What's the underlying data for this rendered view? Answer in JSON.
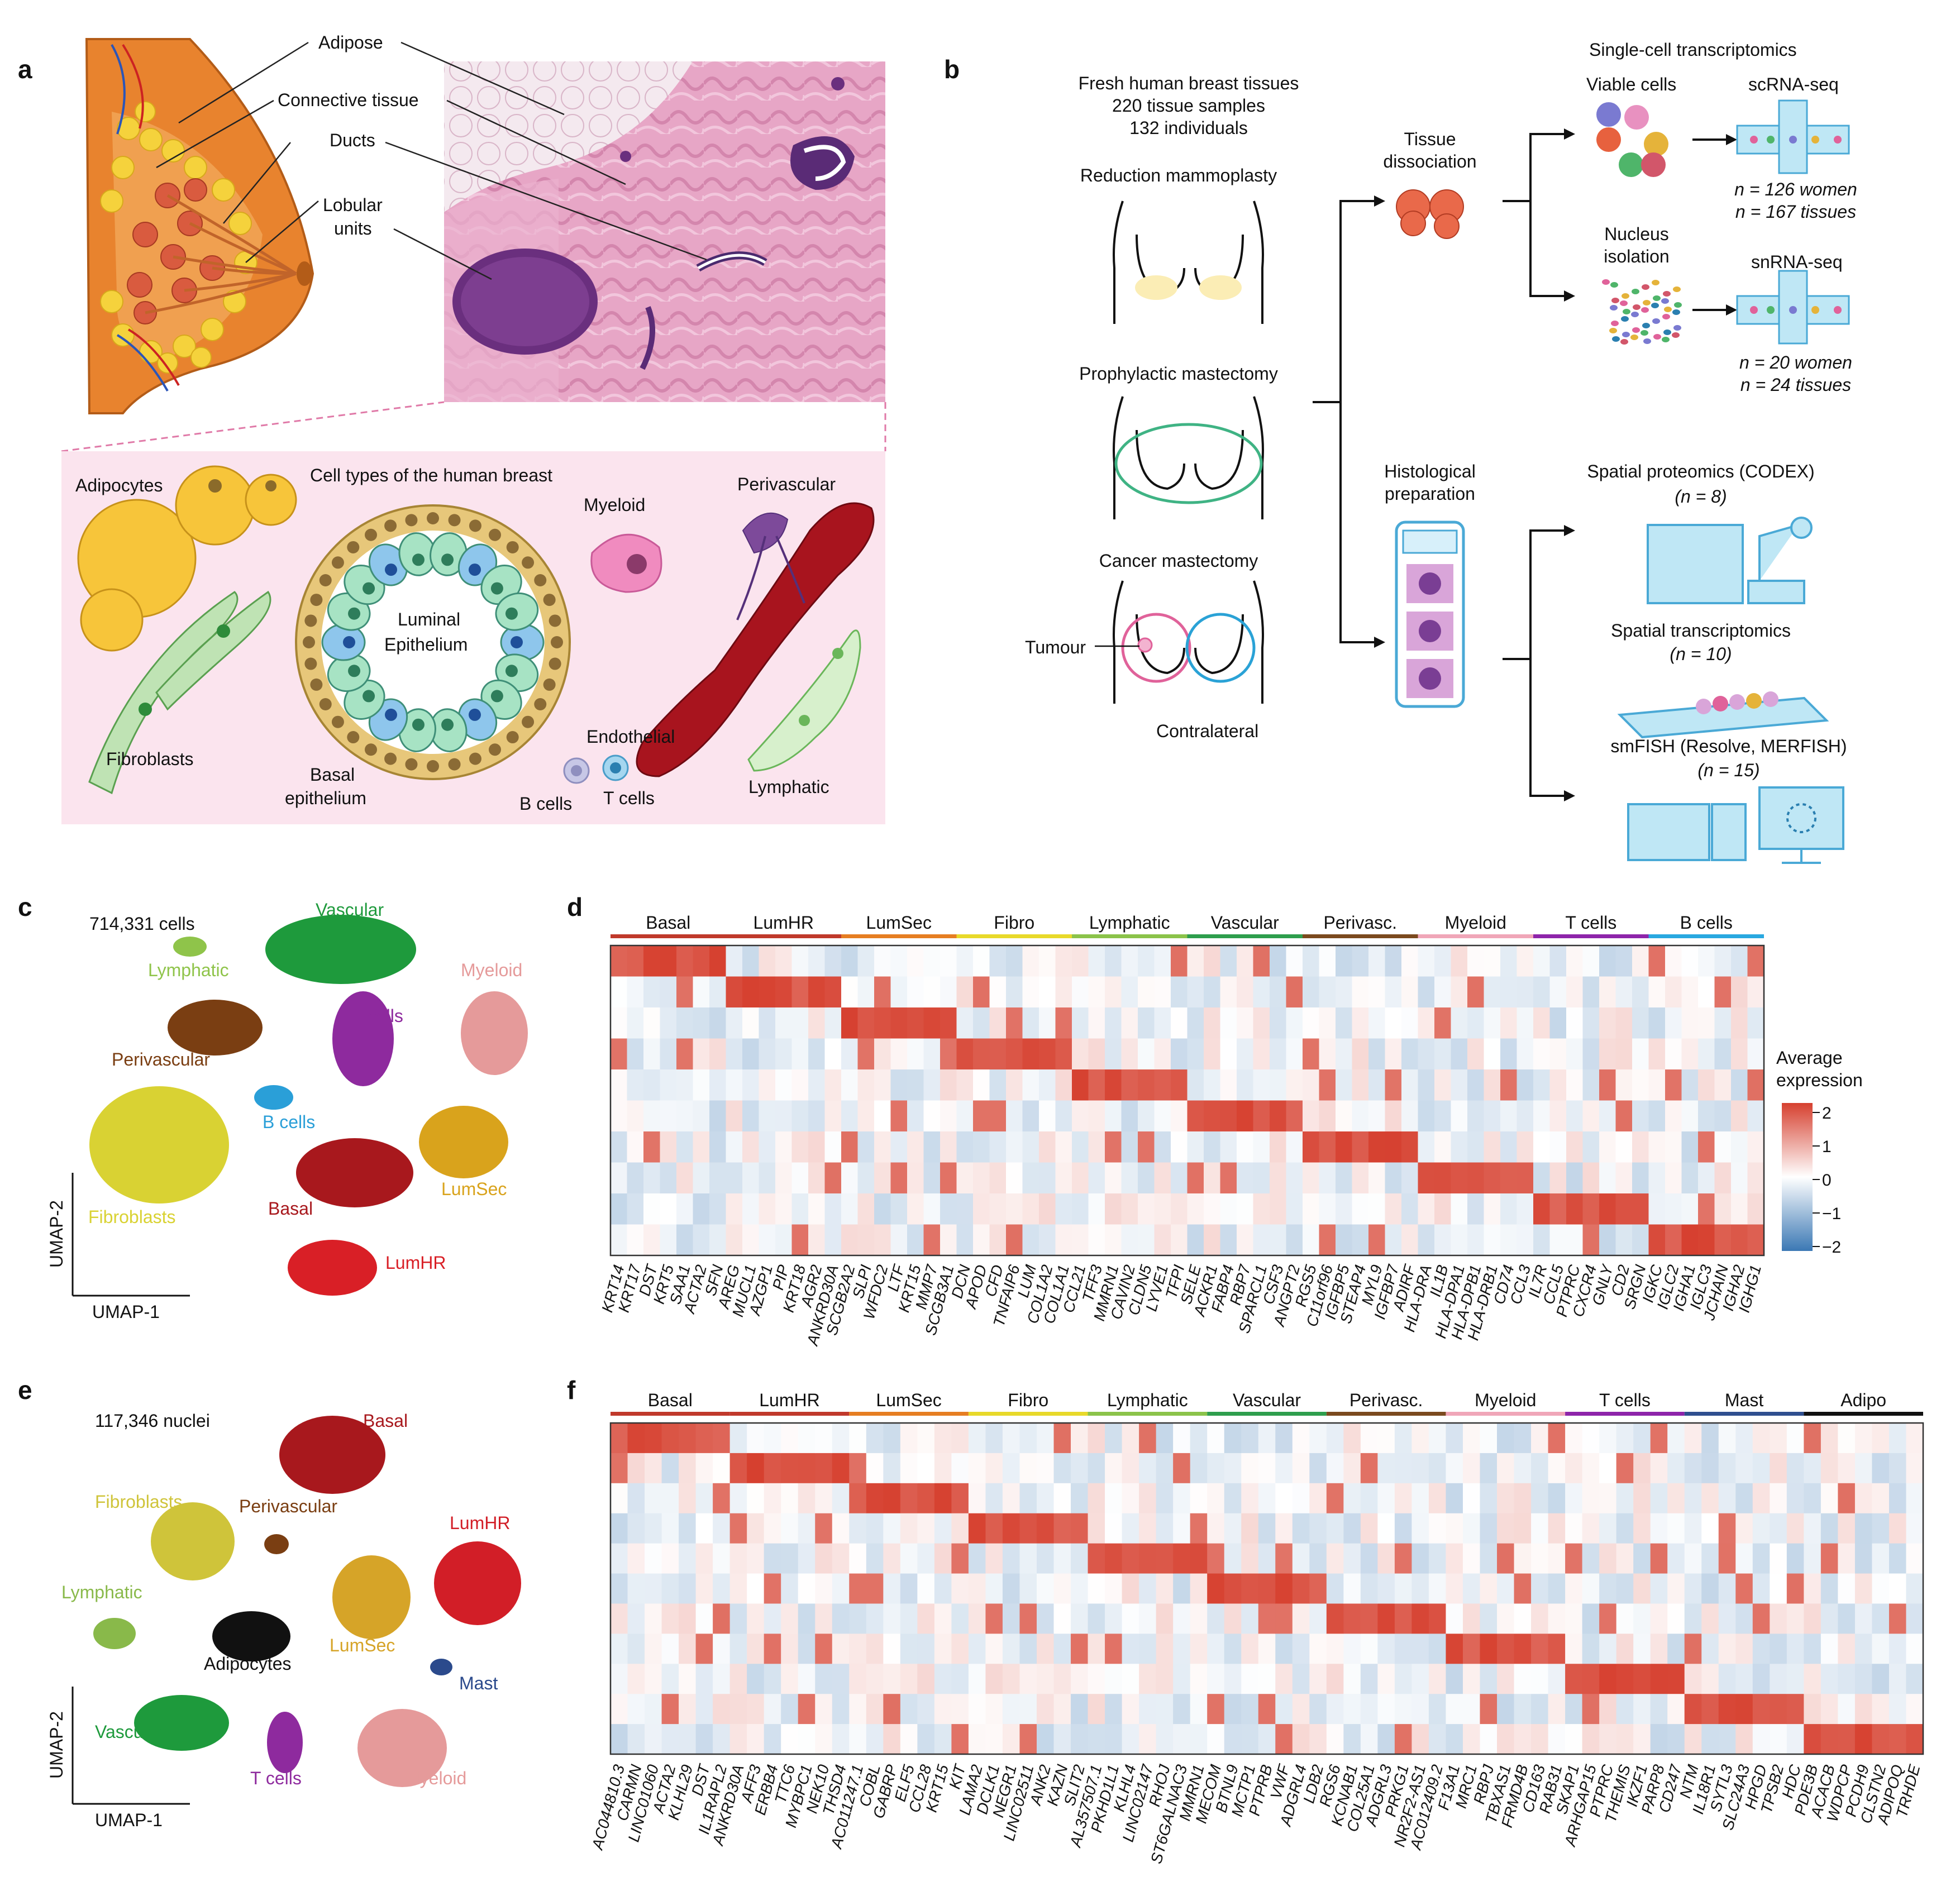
{
  "panels": {
    "a": {
      "letter": "a",
      "labels": {
        "adipose": "Adipose",
        "connective": "Connective tissue",
        "ducts": "Ducts",
        "lobular1": "Lobular",
        "lobular2": "units"
      },
      "cells": {
        "title": "Cell types of the human breast",
        "adipocytes": "Adipocytes",
        "myeloid": "Myeloid",
        "perivascular": "Perivascular",
        "luminal": "Luminal",
        "epithelium": "Epithelium",
        "endothelial": "Endothelial",
        "fibroblasts": "Fibroblasts",
        "basal1": "Basal",
        "basal2": "epithelium",
        "bcells": "B cells",
        "tcells": "T cells",
        "lymphatic": "Lymphatic"
      }
    },
    "b": {
      "letter": "b",
      "fresh1": "Fresh human breast tissues",
      "fresh2": "220 tissue samples",
      "fresh3": "132 individuals",
      "reduction": "Reduction mammoplasty",
      "prophylactic": "Prophylactic mastectomy",
      "cancer": "Cancer mastectomy",
      "tumour": "Tumour",
      "contralateral": "Contralateral",
      "tissue1": "Tissue",
      "tissue2": "dissociation",
      "sct": "Single-cell transcriptomics",
      "viable": "Viable cells",
      "scrna": "scRNA-seq",
      "sc_women": "n = 126 women",
      "sc_tissues": "n = 167 tissues",
      "nucleus1": "Nucleus",
      "nucleus2": "isolation",
      "snrna": "snRNA-seq",
      "sn_women": "n = 20 women",
      "sn_tissues": "n = 24 tissues",
      "histo1": "Histological",
      "histo2": "preparation",
      "codex": "Spatial proteomics (CODEX)",
      "codex_n": "(n = 8)",
      "spatial": "Spatial transcriptomics",
      "spatial_n": "(n = 10)",
      "smfish": "smFISH (Resolve, MERFISH)",
      "smfish_n": "(n = 15)"
    },
    "c": {
      "letter": "c",
      "count": "714,331 cells",
      "xaxis": "UMAP-1",
      "yaxis": "UMAP-2",
      "clusters": [
        "Vascular",
        "Lymphatic",
        "Myeloid",
        "T cells",
        "Perivascular",
        "B cells",
        "Fibroblasts",
        "Basal",
        "LumSec",
        "LumHR"
      ]
    },
    "d": {
      "letter": "d",
      "legend_title1": "Average",
      "legend_title2": "expression",
      "legend_ticks": [
        "2",
        "1",
        "0",
        "−1",
        "−2"
      ]
    },
    "e": {
      "letter": "e",
      "count": "117,346 nuclei",
      "xaxis": "UMAP-1",
      "yaxis": "UMAP-2",
      "clusters": [
        "Basal",
        "Fibroblasts",
        "Perivascular",
        "LumHR",
        "Lymphatic",
        "LumSec",
        "Adipocytes",
        "Mast",
        "Vascular",
        "T cells",
        "Myeloid"
      ]
    },
    "f": {
      "letter": "f"
    }
  },
  "chart_data": [
    {
      "type": "heatmap",
      "panel": "d",
      "groups": [
        {
          "name": "Basal",
          "color": "#c0392b",
          "genes": [
            "KRT14",
            "KRT17",
            "DST",
            "KRT5",
            "SAA1",
            "ACTA2",
            "SFN"
          ]
        },
        {
          "name": "LumHR",
          "color": "#c0392b",
          "genes": [
            "AREG",
            "MUCL1",
            "AZGP1",
            "PIP",
            "KRT18",
            "AGR2",
            "ANKRD30A"
          ]
        },
        {
          "name": "LumSec",
          "color": "#e67e22",
          "genes": [
            "SCGB2A2",
            "SLPI",
            "WFDC2",
            "LTF",
            "KRT15",
            "MMP7",
            "SCGB3A1"
          ]
        },
        {
          "name": "Fibro",
          "color": "#e8d92a",
          "genes": [
            "DCN",
            "APOD",
            "CFD",
            "TNFAIP6",
            "LUM",
            "COL1A2",
            "COL1A1"
          ]
        },
        {
          "name": "Lymphatic",
          "color": "#8bc34a",
          "genes": [
            "CCL21",
            "TFF3",
            "MMRN1",
            "CAVIN2",
            "CLDN5",
            "LYVE1",
            "TFPI"
          ]
        },
        {
          "name": "Vascular",
          "color": "#2e9e4d",
          "genes": [
            "SELE",
            "ACKR1",
            "FABP4",
            "RBP7",
            "SPARCL1",
            "CSF3",
            "ANGPT2"
          ]
        },
        {
          "name": "Perivasc.",
          "color": "#7b4a1e",
          "genes": [
            "RGS5",
            "C11orf96",
            "IGFBP5",
            "STEAP4",
            "MYL9",
            "IGFBP7",
            "ADIRF"
          ]
        },
        {
          "name": "Myeloid",
          "color": "#f0a6b8",
          "genes": [
            "HLA-DRA",
            "IL1B",
            "HLA-DPA1",
            "HLA-DPB1",
            "HLA-DRB1",
            "CD74",
            "CCL3"
          ]
        },
        {
          "name": "T cells",
          "color": "#8e24aa",
          "genes": [
            "IL7R",
            "CCL5",
            "PTPRC",
            "CXCR4",
            "GNLY",
            "CD2",
            "SRGN"
          ]
        },
        {
          "name": "B cells",
          "color": "#29a8e0",
          "genes": [
            "IGKC",
            "IGLC2",
            "IGHA1",
            "IGLC3",
            "JCHAIN",
            "IGHA2",
            "IGHG1"
          ]
        }
      ],
      "rows": 10,
      "value_range": [
        -2,
        2
      ],
      "colorbar": [
        "#3b78b4",
        "#ffffff",
        "#d6402f"
      ],
      "pattern": "diagonal blocks: group i markers highly expressed (~1.8) in cell type i, low (~-0.4) elsewhere"
    },
    {
      "type": "heatmap",
      "panel": "f",
      "groups": [
        {
          "name": "Basal",
          "color": "#c0392b",
          "genes": [
            "AC044810.3",
            "CARMN",
            "LINC01060",
            "ACTA2",
            "KLHL29",
            "DST",
            "IL1RAPL2"
          ]
        },
        {
          "name": "LumHR",
          "color": "#c0392b",
          "genes": [
            "ANKRD30A",
            "AFF3",
            "ERBB4",
            "TTC6",
            "MYBPC1",
            "NEK10",
            "THSD4"
          ]
        },
        {
          "name": "LumSec",
          "color": "#e67e22",
          "genes": [
            "AC011247.1",
            "COBL",
            "GABRP",
            "ELF5",
            "CCL28",
            "KRT15",
            "KIT"
          ]
        },
        {
          "name": "Fibro",
          "color": "#e8d92a",
          "genes": [
            "LAMA2",
            "DCLK1",
            "NEGR1",
            "LINC02511",
            "ANK2",
            "KAZN",
            "SLIT2"
          ]
        },
        {
          "name": "Lymphatic",
          "color": "#8bc34a",
          "genes": [
            "AL357507.1",
            "PKHD1L1",
            "KLHL4",
            "LINC02147",
            "RHOJ",
            "ST6GALNAC3",
            "MMRN1"
          ]
        },
        {
          "name": "Vascular",
          "color": "#2e9e4d",
          "genes": [
            "MECOM",
            "BTNL9",
            "MCTP1",
            "PTPRB",
            "VWF",
            "ADGRL4",
            "LDB2"
          ]
        },
        {
          "name": "Perivasc.",
          "color": "#7b4a1e",
          "genes": [
            "RGS6",
            "KCNAB1",
            "COL25A1",
            "ADGRL3",
            "PRKG1",
            "NR2F2-AS1",
            "AC012409.2"
          ]
        },
        {
          "name": "Myeloid",
          "color": "#f0a6b8",
          "genes": [
            "F13A1",
            "MRC1",
            "RBPJ",
            "TBXAS1",
            "FRMD4B",
            "CD163",
            "RAB31"
          ]
        },
        {
          "name": "T cells",
          "color": "#8e24aa",
          "genes": [
            "SKAP1",
            "ARHGAP15",
            "PTPRC",
            "THEMIS",
            "IKZF1",
            "PARP8",
            "CD247"
          ]
        },
        {
          "name": "Mast",
          "color": "#2f4f8f",
          "genes": [
            "NTM",
            "IL18R1",
            "SYTL3",
            "SLC24A3",
            "HPGD",
            "TPSB2",
            "HDC"
          ]
        },
        {
          "name": "Adipo",
          "color": "#111111",
          "genes": [
            "PDE3B",
            "ACACB",
            "WDPCP",
            "PCDH9",
            "CLSTN2",
            "ADIPOQ",
            "TRHDE"
          ]
        }
      ],
      "rows": 11,
      "value_range": [
        -2,
        2
      ],
      "pattern": "diagonal blocks: group i markers highly expressed in nucleus type i"
    },
    {
      "type": "scatter",
      "panel": "c",
      "series": [
        {
          "name": "Vascular",
          "color": "#1e9a3c"
        },
        {
          "name": "Lymphatic",
          "color": "#8fc44a"
        },
        {
          "name": "Myeloid",
          "color": "#e59a9a"
        },
        {
          "name": "T cells",
          "color": "#8e2a9e"
        },
        {
          "name": "Perivascular",
          "color": "#7a3e12"
        },
        {
          "name": "B cells",
          "color": "#2a9fd8"
        },
        {
          "name": "Fibroblasts",
          "color": "#d9d233"
        },
        {
          "name": "Basal",
          "color": "#a8181d"
        },
        {
          "name": "LumSec",
          "color": "#d9a31c"
        },
        {
          "name": "LumHR",
          "color": "#d91f26"
        }
      ]
    },
    {
      "type": "scatter",
      "panel": "e",
      "series": [
        {
          "name": "Basal",
          "color": "#a8181d"
        },
        {
          "name": "Fibroblasts",
          "color": "#cfc43a"
        },
        {
          "name": "Perivascular",
          "color": "#7a3e12"
        },
        {
          "name": "LumHR",
          "color": "#d21e27"
        },
        {
          "name": "Lymphatic",
          "color": "#89b94a"
        },
        {
          "name": "LumSec",
          "color": "#d6a428"
        },
        {
          "name": "Adipocytes",
          "color": "#111111"
        },
        {
          "name": "Mast",
          "color": "#2b4a8c"
        },
        {
          "name": "Vascular",
          "color": "#1e9a3c"
        },
        {
          "name": "T cells",
          "color": "#8e2a9e"
        },
        {
          "name": "Myeloid",
          "color": "#e59a9a"
        }
      ]
    }
  ]
}
